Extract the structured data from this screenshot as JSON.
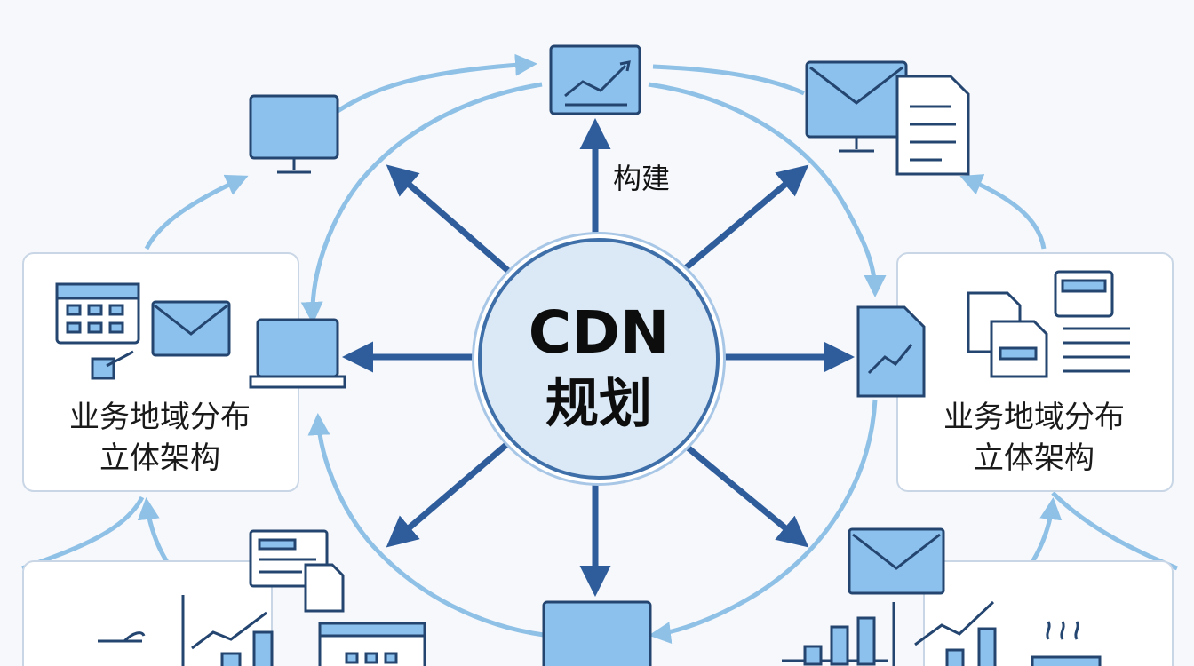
{
  "title": "",
  "center": {
    "line1": "CDN",
    "line2": "规划"
  },
  "spoke_label": "构建",
  "left_panel": {
    "line1": "业务地域分布",
    "line2": "立体架构"
  },
  "right_panel": {
    "line1": "业务地域分布",
    "line2": "立体架构"
  },
  "colors": {
    "arrow_dark": "#2f5d9c",
    "arrow_light": "#8fc0e6",
    "icon_fill": "#8cc1ee",
    "icon_stroke": "#24456f",
    "background": "#f6f8fb"
  },
  "icons": [
    "chart-icon",
    "monitor-icon",
    "email-monitor-icon",
    "document-icon",
    "calendar-icon",
    "email-icon",
    "laptop-icon",
    "trend-document-icon",
    "documents-icon",
    "bar-chart-icon",
    "email-icon",
    "server-icon"
  ]
}
